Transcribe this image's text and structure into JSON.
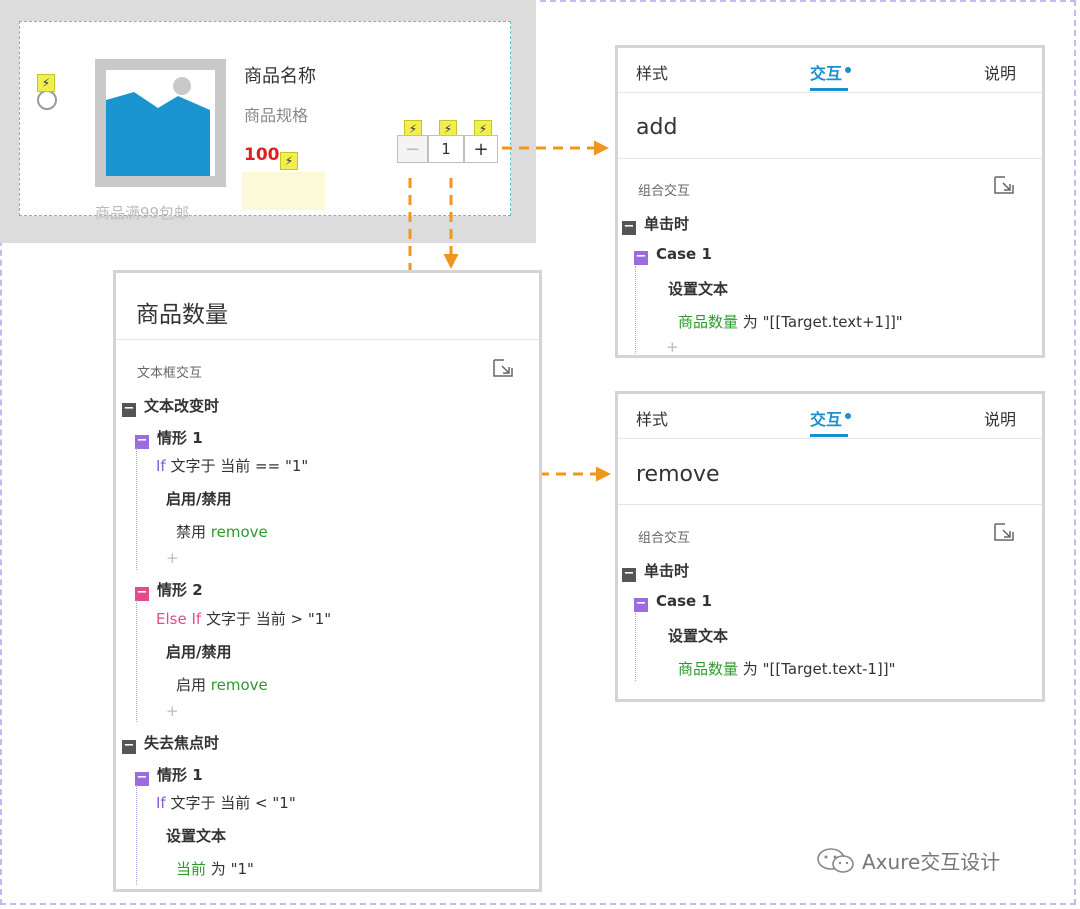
{
  "product": {
    "name": "商品名称",
    "spec": "商品规格",
    "price": "100",
    "promo": "商品满99包邮",
    "stepper": {
      "minus": "−",
      "value": "1",
      "plus": "+"
    },
    "event_icon": "⚡"
  },
  "panel_add": {
    "tabs": [
      "样式",
      "交互",
      "说明"
    ],
    "title": "add",
    "section": "组合交互",
    "event": "单击时",
    "case": "Case 1",
    "action": "设置文本",
    "target": "商品数量",
    "mid": "为",
    "expr": "\"[[Target.text+1]]\"",
    "plus": "+"
  },
  "panel_remove": {
    "tabs": [
      "样式",
      "交互",
      "说明"
    ],
    "title": "remove",
    "section": "组合交互",
    "event": "单击时",
    "case": "Case 1",
    "action": "设置文本",
    "target": "商品数量",
    "mid": "为",
    "expr": "\"[[Target.text-1]]\""
  },
  "panel_qty": {
    "title": "商品数量",
    "section": "文本框交互",
    "event1": "文本改变时",
    "case1": "情形 1",
    "if1_kw": "If",
    "if1_text": "文字于 当前 == \"1\"",
    "action1": "启用/禁用",
    "disable_text": "禁用",
    "disable_target": "remove",
    "case2": "情形 2",
    "if2_kw": "Else If",
    "if2_text": "文字于 当前 > \"1\"",
    "action2": "启用/禁用",
    "enable_text": "启用",
    "enable_target": "remove",
    "event2": "失去焦点时",
    "case3": "情形 1",
    "if3_kw": "If",
    "if3_text": "文字于 当前 < \"1\"",
    "action3": "设置文本",
    "set_target": "当前",
    "set_mid": "为",
    "set_value": "\"1\"",
    "plus": "+"
  },
  "watermark": "Axure交互设计",
  "colors": {
    "accent": "#1a8fcf",
    "arrow": "#f0961e",
    "price": "#e02020",
    "green": "#2e9a2e",
    "purple": "#9b6be0",
    "pink": "#e04c8c"
  },
  "icons": [
    "lightning-icon",
    "image-placeholder-icon",
    "radio-icon",
    "expand-icon",
    "minus-icon",
    "wechat-icon"
  ]
}
